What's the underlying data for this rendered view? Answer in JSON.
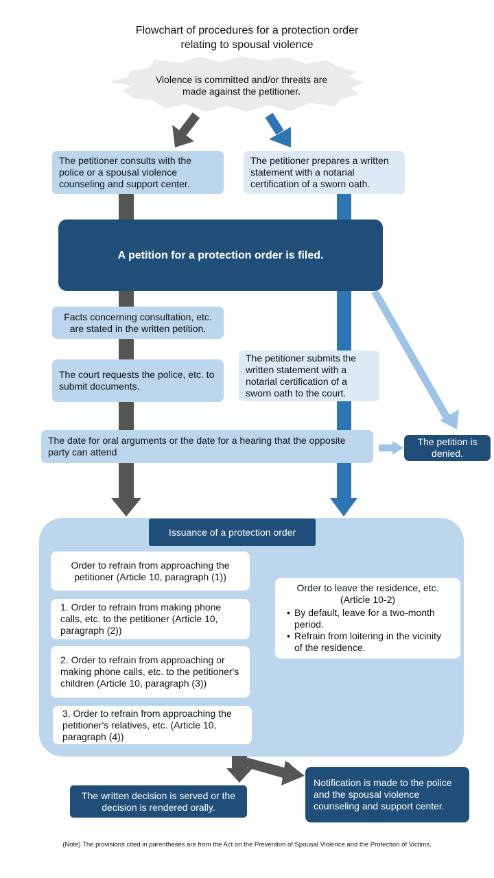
{
  "title": {
    "line1": "Flowchart of procedures for a protection order",
    "line2": "relating to spousal violence"
  },
  "nodes": {
    "violence": "Violence is committed and/or threats are made against the petitioner.",
    "consult": "The petitioner consults with the police or a spousal violence counseling and support center.",
    "prepare": "The petitioner prepares a written statement with a notarial certification of a sworn oath.",
    "petition": "A petition for a protection order is filed.",
    "facts": "Facts concerning consultation, etc. are stated in the written petition.",
    "court_requests": "The court requests the police, etc. to submit documents.",
    "submits": "The petitioner submits the written statement with a notarial certification of a sworn oath to the court.",
    "hearing": "The date for oral arguments or the date for a hearing that the opposite party can attend",
    "denied": "The petition is denied.",
    "issuance": "Issuance of a protection order",
    "order_approach": "Order to refrain from approaching the petitioner (Article 10, paragraph (1))",
    "order_phone": "1. Order to refrain from making phone calls, etc. to the petitioner (Article 10, paragraph (2))",
    "order_children": "2. Order to refrain from approaching or making phone calls, etc. to the petitioner's children (Article 10, paragraph (3))",
    "order_relatives": "3. Order to refrain from approaching the petitioner's relatives, etc. (Article 10, paragraph (4))",
    "order_residence": {
      "heading": "Order to leave the residence, etc. (Article 10-2)",
      "bullet1": "By default, leave for a two-month period.",
      "bullet2": "Refrain from loitering in the vicinity of the residence."
    },
    "served": "The written decision is served or the decision is rendered orally.",
    "notification": "Notification is made to the police and the spousal violence counseling and support center."
  },
  "note": "(Note) The provisions cited in parentheses are from the Act on the Prevention of Spousal Violence and the Protection of Victims.",
  "colors": {
    "dark_box": "#1f4e79",
    "light_box": "#bcd6ee",
    "pale_box": "#dde9f5",
    "gray_arrow": "#555555",
    "blue_arrow": "#2e75b6",
    "light_arrow": "#9dc3e6"
  }
}
